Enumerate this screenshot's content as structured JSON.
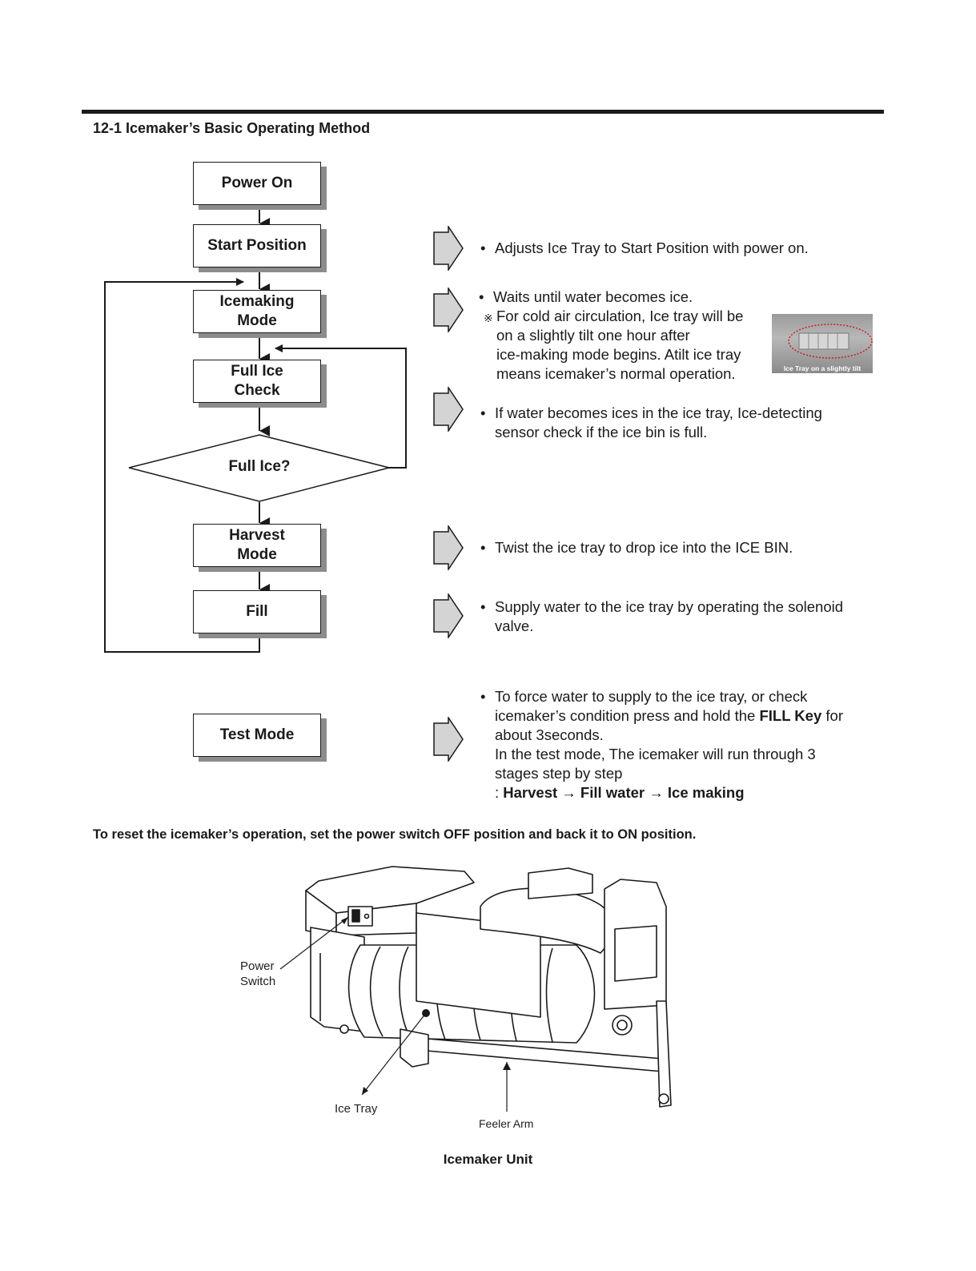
{
  "section_title": "12-1 Icemaker’s Basic Operating Method",
  "flow": {
    "power_on": "Power On",
    "start_position": "Start Position",
    "icemaking_mode": [
      "Icemaking",
      "Mode"
    ],
    "full_ice_check": [
      "Full Ice",
      "Check"
    ],
    "full_ice_question": "Full Ice?",
    "harvest_mode": [
      "Harvest",
      "Mode"
    ],
    "fill": "Fill",
    "test_mode": "Test Mode"
  },
  "descriptions": {
    "start_position": "Adjusts Ice Tray to Start Position with power on.",
    "icemaking_1": "Waits until water becomes ice.",
    "icemaking_note_mark": "※",
    "icemaking_note": [
      "For cold air circulation, Ice tray will be",
      "on a slightly tilt one hour after",
      "ice-making mode begins. Atilt ice tray",
      "means icemaker’s normal operation."
    ],
    "photo_caption": "Ice Tray on a slightly tilt",
    "full_ice_check": [
      "If water becomes ices in the ice tray, Ice-detecting",
      "sensor check if the ice bin is full."
    ],
    "harvest": "Twist the ice tray to drop ice into the ICE BIN.",
    "fill": [
      "Supply water to the ice tray by operating the solenoid",
      "valve."
    ],
    "test_line1": "To force water to supply to the ice tray, or check",
    "test_line2_pre": "icemaker’s condition press and hold the ",
    "test_line2_bold": "FILL Key",
    "test_line2_post": " for",
    "test_line3": "about 3seconds.",
    "test_line4": "In the test mode, The icemaker will run through 3",
    "test_line5": "stages step by step",
    "test_line6_pre": ": ",
    "test_line6_bold": "Harvest → Fill water → Ice making"
  },
  "reset_note": "To reset the icemaker’s operation, set the power switch OFF position and back it to ON position.",
  "figure": {
    "power_switch": [
      "Power",
      "Switch"
    ],
    "ice_tray": "Ice Tray",
    "feeler_arm": "Feeler Arm",
    "caption": "Icemaker Unit"
  }
}
